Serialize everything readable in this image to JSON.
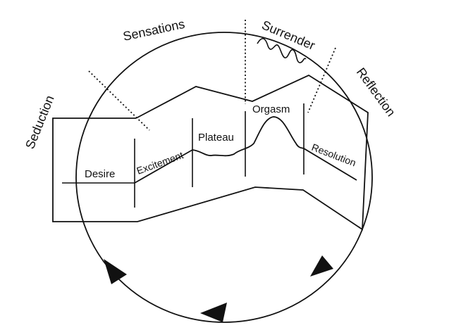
{
  "outer_cycle_labels": {
    "seduction": "Seduction",
    "sensations": "Sensations",
    "surrender": "Surrender",
    "reflection": "Reflection"
  },
  "inner_phase_labels": {
    "desire": "Desire",
    "excitement": "Excitement",
    "plateau": "Plateau",
    "orgasm": "Orgasm",
    "resolution": "Resolution"
  },
  "colors": {
    "ink": "#111111",
    "background": "#ffffff"
  }
}
